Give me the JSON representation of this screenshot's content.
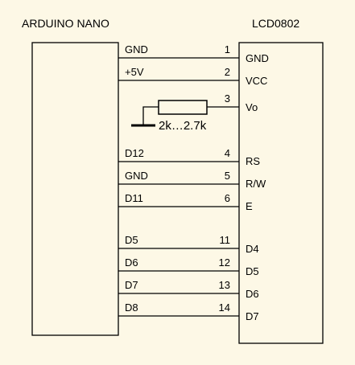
{
  "left_module": {
    "title": "ARDUINO NANO"
  },
  "right_module": {
    "title": "LCD0802"
  },
  "connections": [
    {
      "signal": "GND",
      "pin": "1",
      "lcd_pin": "GND"
    },
    {
      "signal": "+5V",
      "pin": "2",
      "lcd_pin": "VCC"
    },
    {
      "signal": "",
      "pin": "3",
      "lcd_pin": "Vo"
    },
    {
      "signal": "D12",
      "pin": "4",
      "lcd_pin": "RS"
    },
    {
      "signal": "GND",
      "pin": "5",
      "lcd_pin": "R/W"
    },
    {
      "signal": "D11",
      "pin": "6",
      "lcd_pin": "E"
    },
    {
      "signal": "D5",
      "pin": "11",
      "lcd_pin": "D4"
    },
    {
      "signal": "D6",
      "pin": "12",
      "lcd_pin": "D5"
    },
    {
      "signal": "D7",
      "pin": "13",
      "lcd_pin": "D6"
    },
    {
      "signal": "D8",
      "pin": "14",
      "lcd_pin": "D7"
    }
  ],
  "resistor": {
    "label": "2k…2.7k"
  },
  "colors": {
    "background": "#fdf8e6",
    "line": "#000000"
  }
}
